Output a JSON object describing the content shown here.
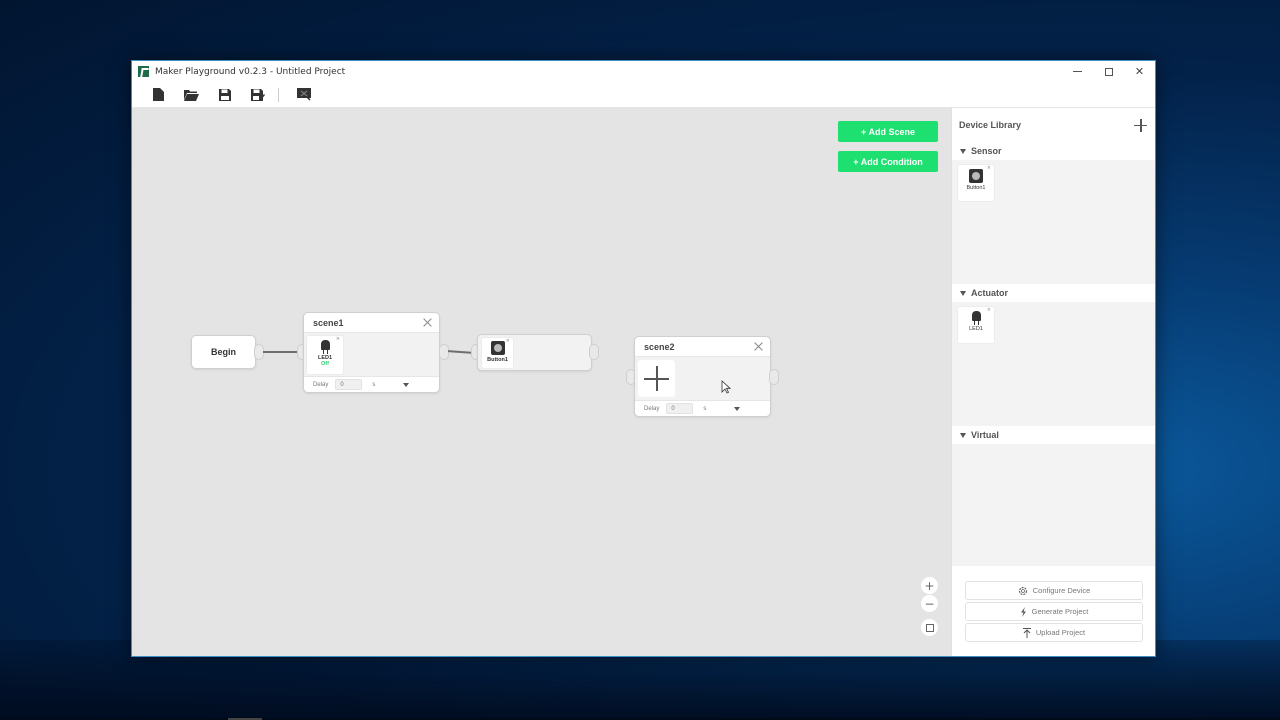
{
  "window": {
    "title": "Maker Playground v0.2.3 - Untitled Project",
    "controls": {
      "minimize": "minimize",
      "maximize": "maximize",
      "close": "✕"
    }
  },
  "toolbar": {
    "buttons": [
      {
        "name": "new-file",
        "icon": "new-file-icon"
      },
      {
        "name": "open-folder",
        "icon": "open-folder-icon"
      },
      {
        "name": "save",
        "icon": "save-icon"
      },
      {
        "name": "save-as",
        "icon": "save-as-icon"
      },
      {
        "name": "close-project",
        "icon": "close-project-icon"
      }
    ]
  },
  "canvas": {
    "add_scene_label": "+ Add Scene",
    "add_condition_label": "+ Add Condition",
    "accent_color": "#1ee070",
    "begin_label": "Begin",
    "scenes": [
      {
        "title": "scene1",
        "devices": [
          {
            "name": "LED1",
            "state": "Off"
          }
        ],
        "delay_label": "Delay",
        "delay_value": "0",
        "delay_unit": "s"
      },
      {
        "title": "scene2",
        "devices": [],
        "delay_label": "Delay",
        "delay_value": "0",
        "delay_unit": "s"
      }
    ],
    "condition": {
      "devices": [
        {
          "name": "Button1"
        }
      ]
    },
    "zoom_controls": {
      "zoom_in": "+",
      "zoom_out": "−",
      "fit": "□"
    }
  },
  "sidebar": {
    "title": "Device Library",
    "categories": [
      {
        "label": "Sensor",
        "devices": [
          {
            "name": "Button1"
          }
        ]
      },
      {
        "label": "Actuator",
        "devices": [
          {
            "name": "LED1"
          }
        ]
      },
      {
        "label": "Virtual",
        "devices": []
      }
    ],
    "actions": [
      {
        "label": "Configure Device",
        "icon": "gear-icon"
      },
      {
        "label": "Generate Project",
        "icon": "lightning-icon"
      },
      {
        "label": "Upload Project",
        "icon": "upload-icon"
      }
    ]
  }
}
